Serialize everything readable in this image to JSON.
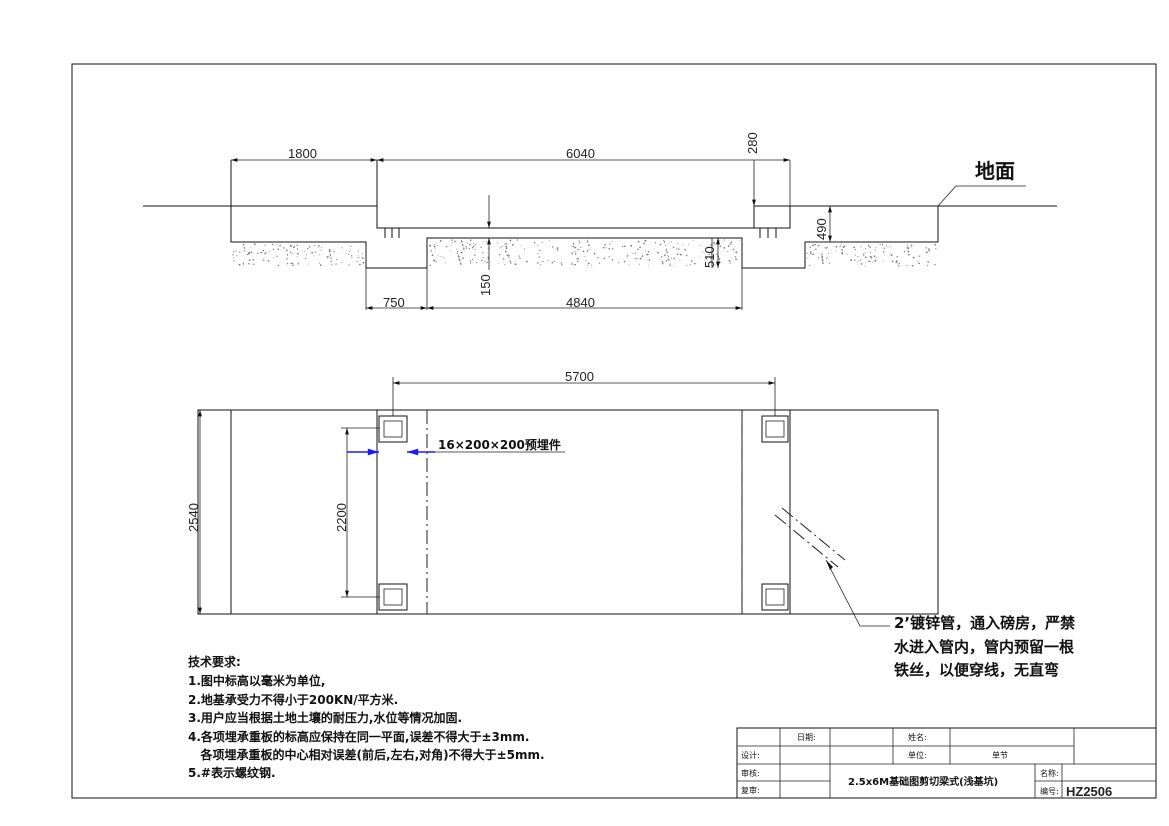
{
  "dimensions": {
    "d1800": "1800",
    "d6040": "6040",
    "d280": "280",
    "d490": "490",
    "d150": "150",
    "d510": "510",
    "d750": "750",
    "d4840": "4840",
    "d5700": "5700",
    "d2540": "2540",
    "d2200": "2200"
  },
  "labels": {
    "ground": "地面",
    "embedded_plate": "16×200×200预埋件",
    "pipe_note_lines": [
      "2’镀锌管，通入磅房，严禁",
      "水进入管内，管内预留一根",
      "铁丝，以便穿线，无直弯"
    ]
  },
  "tech_requirements": {
    "title": "技术要求:",
    "items": [
      "1.图中标高以毫米为单位,",
      "2.地基承受力不得小于200KN/平方米.",
      "3.用户应当根据土地土壤的耐压力,水位等情况加固.",
      "4.各项埋承重板的标高应保持在同一平面,误差不得大于±3mm.",
      "   各项埋承重板的中心相对误差(前后,左右,对角)不得大于±5mm.",
      "5.#表示螺纹钢."
    ]
  },
  "title_block": {
    "date_label": "日期:",
    "name_label": "姓名:",
    "design_label": "设计:",
    "unit_label": "单位:",
    "unit_value": "单节",
    "review_label": "审核:",
    "approve_label": "复审:",
    "drawing_title": "2.5x6M基础图剪切梁式(浅基坑)",
    "name2_label": "名称:",
    "number_label": "编号:",
    "number_value": "HZ2506"
  },
  "colors": {
    "line": "#111111",
    "accent_arrow": "#1a1aff"
  }
}
